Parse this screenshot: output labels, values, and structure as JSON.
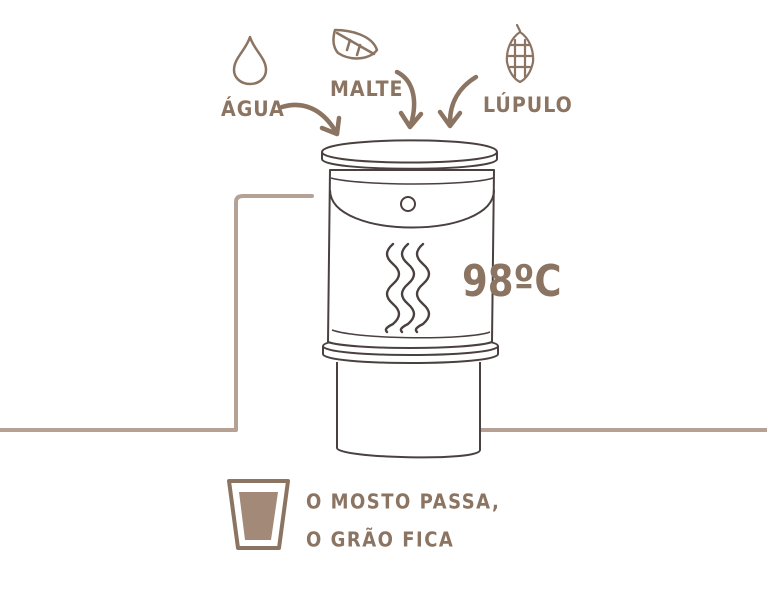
{
  "ingredients": {
    "agua": "ÁGUA",
    "malte": "MALTE",
    "lupulo": "LÚPULO"
  },
  "temperature": "98ºC",
  "caption": {
    "line1": "O MOSTO PASSA,",
    "line2": "O GRÃO FICA"
  },
  "colors": {
    "line": "#8b7462",
    "line_dark": "#4a4040",
    "fill": "#a28978"
  }
}
